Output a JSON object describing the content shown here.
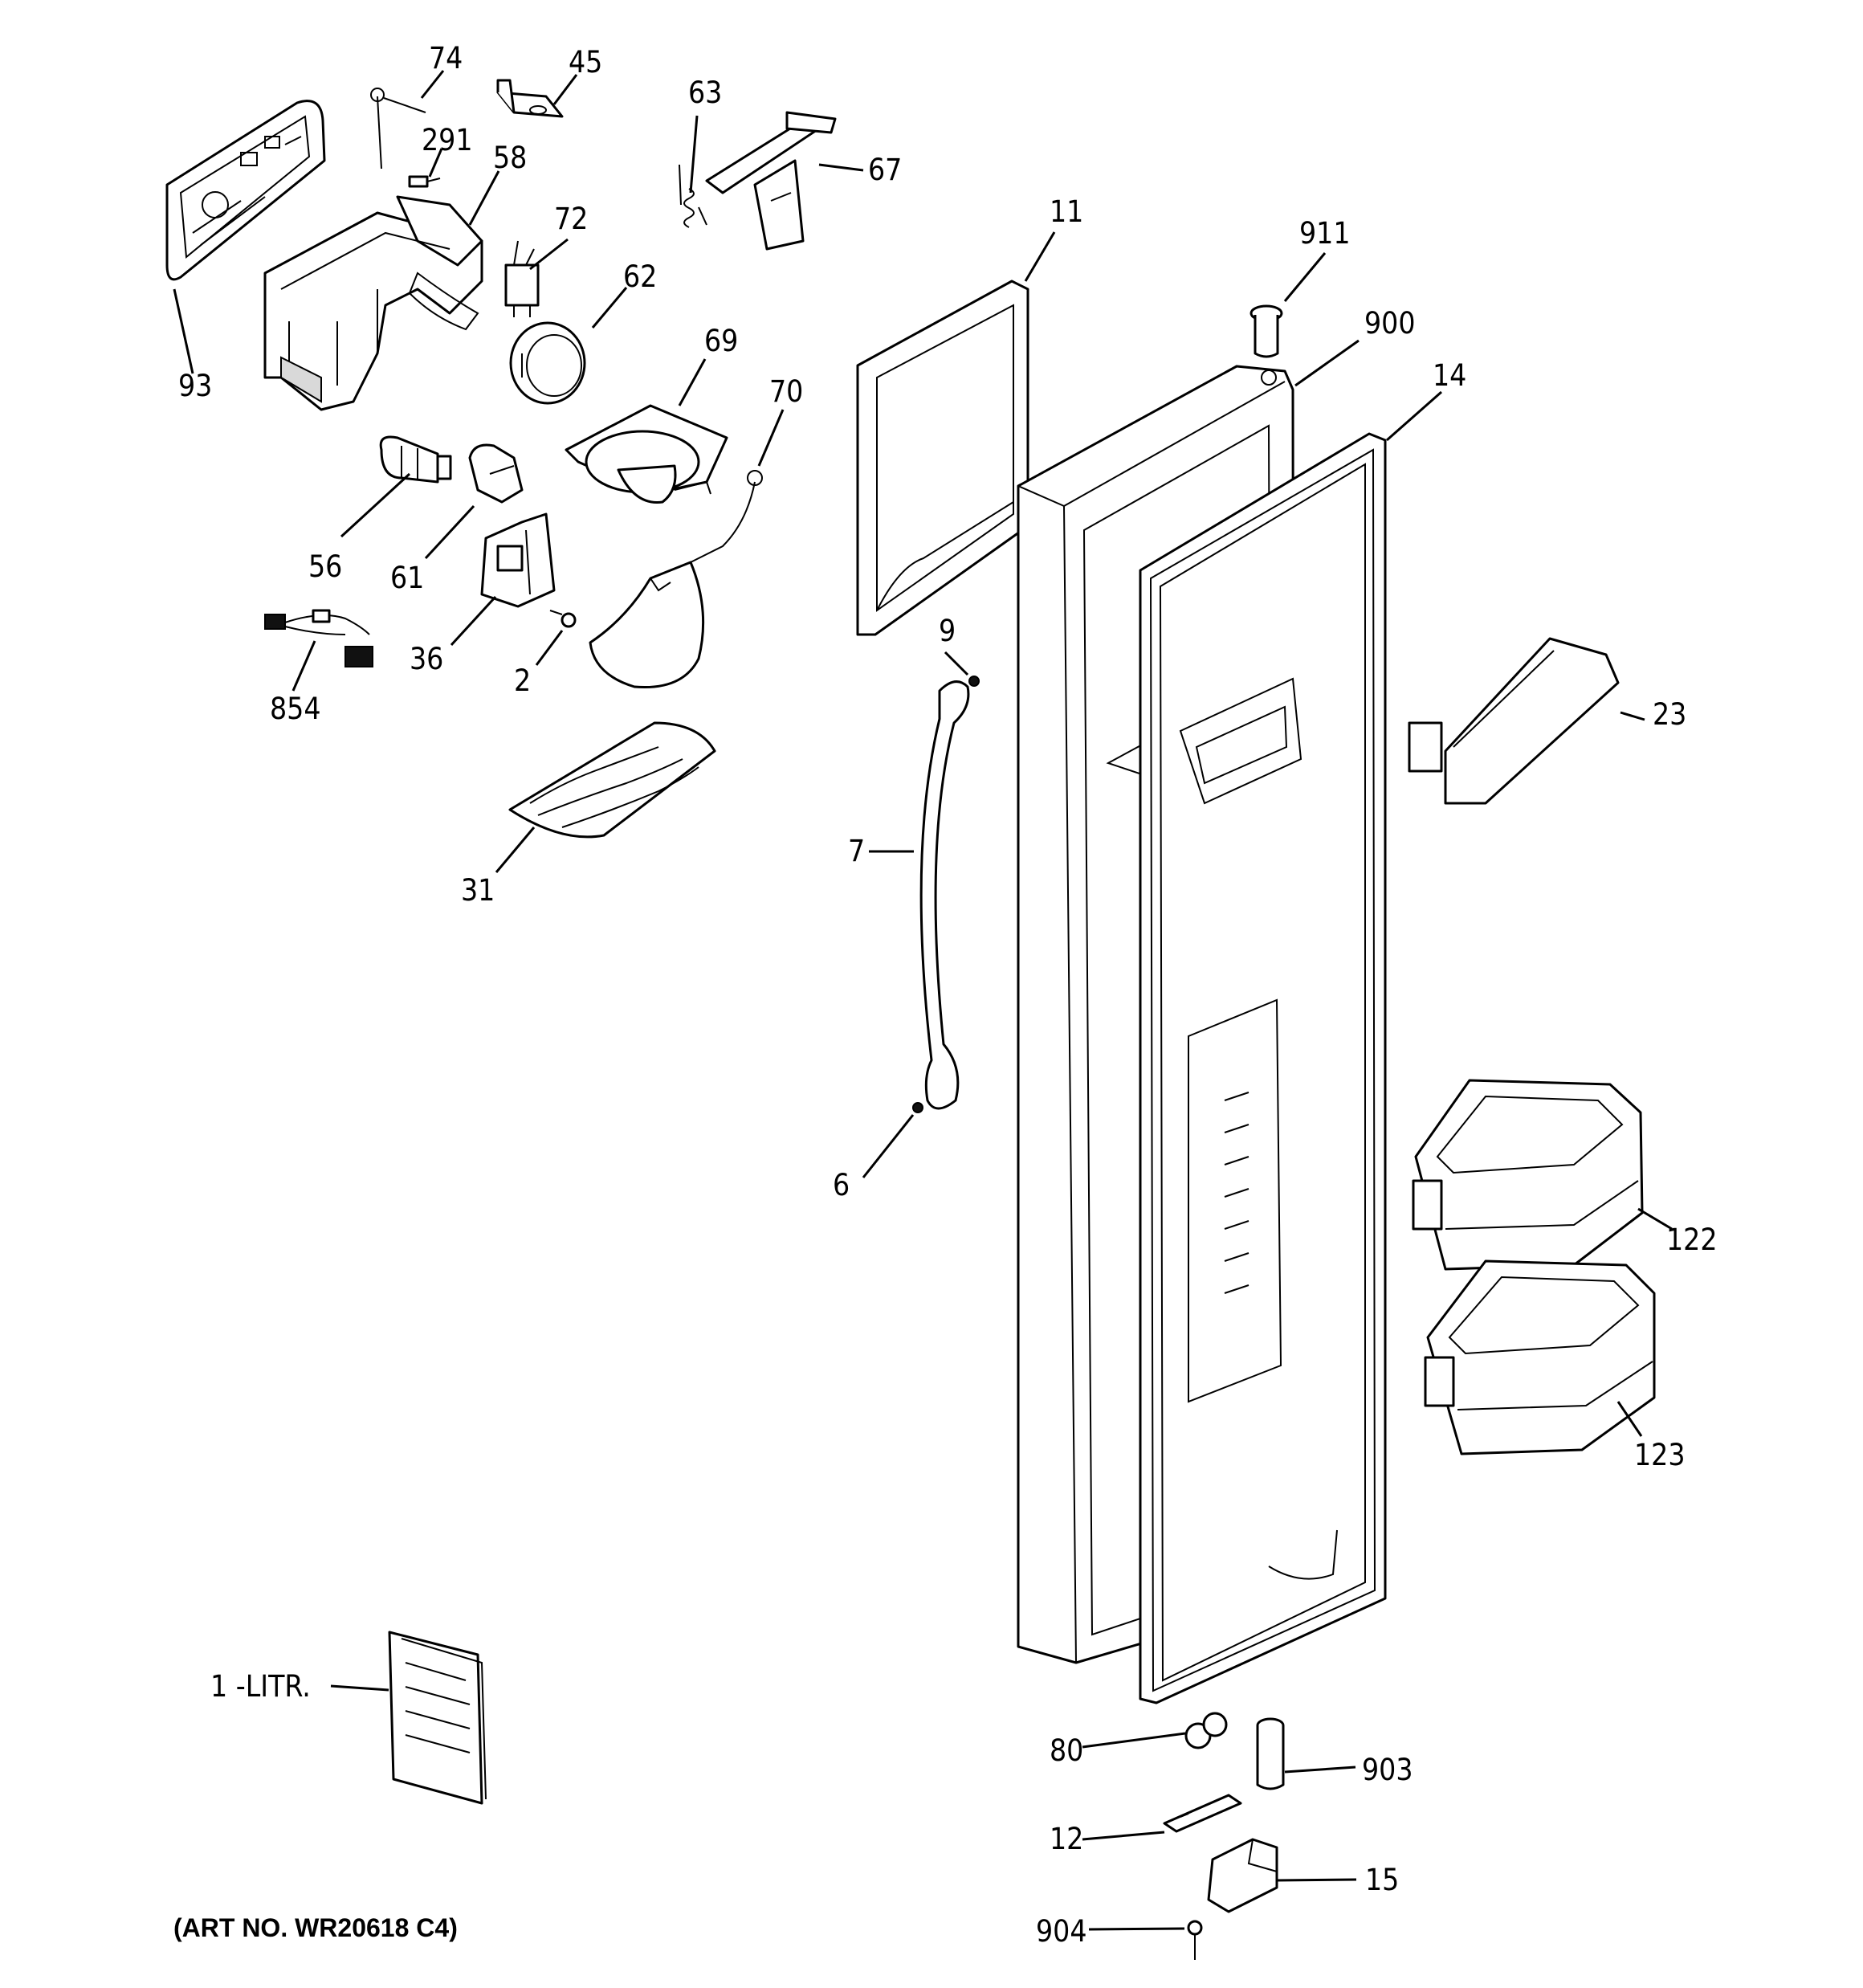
{
  "diagram": {
    "art_no": "(ART NO. WR20618 C4)",
    "callouts": [
      {
        "id": "74",
        "label": "74"
      },
      {
        "id": "45",
        "label": "45"
      },
      {
        "id": "63",
        "label": "63"
      },
      {
        "id": "291",
        "label": "291"
      },
      {
        "id": "58",
        "label": "58"
      },
      {
        "id": "67",
        "label": "67"
      },
      {
        "id": "72",
        "label": "72"
      },
      {
        "id": "11",
        "label": "11"
      },
      {
        "id": "911",
        "label": "911"
      },
      {
        "id": "62",
        "label": "62"
      },
      {
        "id": "900",
        "label": "900"
      },
      {
        "id": "69",
        "label": "69"
      },
      {
        "id": "14",
        "label": "14"
      },
      {
        "id": "93",
        "label": "93"
      },
      {
        "id": "70",
        "label": "70"
      },
      {
        "id": "56",
        "label": "56"
      },
      {
        "id": "61",
        "label": "61"
      },
      {
        "id": "9",
        "label": "9"
      },
      {
        "id": "36",
        "label": "36"
      },
      {
        "id": "2",
        "label": "2"
      },
      {
        "id": "854",
        "label": "854"
      },
      {
        "id": "23",
        "label": "23"
      },
      {
        "id": "7",
        "label": "7"
      },
      {
        "id": "31",
        "label": "31"
      },
      {
        "id": "6",
        "label": "6"
      },
      {
        "id": "122",
        "label": "122"
      },
      {
        "id": "123",
        "label": "123"
      },
      {
        "id": "1-LITR",
        "label": "1 -LITR."
      },
      {
        "id": "80",
        "label": "80"
      },
      {
        "id": "903",
        "label": "903"
      },
      {
        "id": "12",
        "label": "12"
      },
      {
        "id": "15",
        "label": "15"
      },
      {
        "id": "904",
        "label": "904"
      }
    ]
  }
}
